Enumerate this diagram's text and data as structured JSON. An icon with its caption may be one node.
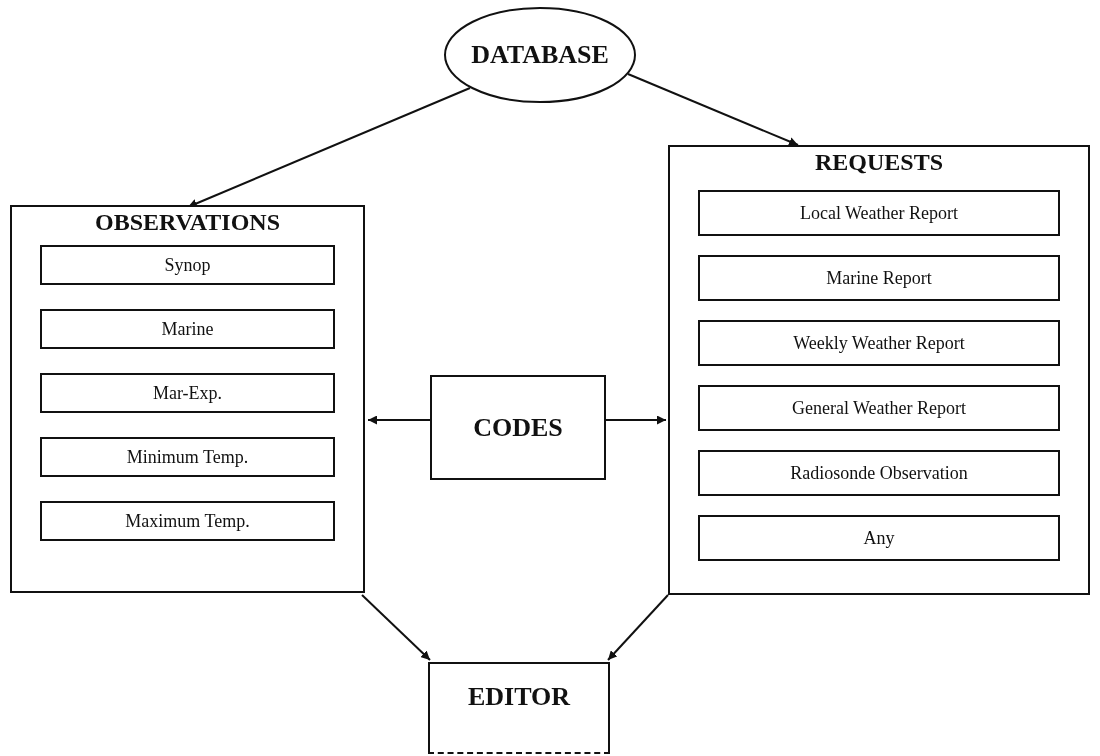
{
  "diagram": {
    "nodes": [
      {
        "text": [
          "DATABASE"
        ]
      },
      {
        "text": [
          "OBSERVATIONS"
        ]
      },
      {
        "text": [
          "Synop"
        ],
        "in": 1
      },
      {
        "text": [
          "Marine"
        ],
        "in": 1
      },
      {
        "text": [
          "Mar-Exp."
        ],
        "in": 1
      },
      {
        "text": [
          "Minimum Temp."
        ],
        "in": 1
      },
      {
        "text": [
          "Maximum Temp."
        ],
        "in": 1
      },
      {
        "text": [
          "REQUESTS"
        ]
      },
      {
        "text": [
          "Local Weather Report"
        ],
        "in": 7
      },
      {
        "text": [
          "Marine Report"
        ],
        "in": 7
      },
      {
        "text": [
          "Weekly Weather Report"
        ],
        "in": 7
      },
      {
        "text": [
          "General Weather Report"
        ],
        "in": 7
      },
      {
        "text": [
          "Radiosonde Observation"
        ],
        "in": 7
      },
      {
        "text": [
          "Any"
        ],
        "in": 7
      },
      {
        "text": [
          "CODES"
        ]
      },
      {
        "text": [
          "EDITOR"
        ]
      }
    ],
    "edges": [
      {
        "from": 0,
        "to": 1,
        "arrow": "to"
      },
      {
        "from": 0,
        "to": 7,
        "arrow": "to"
      },
      {
        "from": 14,
        "to": 1,
        "arrow": "to"
      },
      {
        "from": 14,
        "to": 7,
        "arrow": "to"
      },
      {
        "from": 1,
        "to": 15,
        "arrow": "to"
      },
      {
        "from": 7,
        "to": 15,
        "arrow": "to"
      }
    ]
  }
}
